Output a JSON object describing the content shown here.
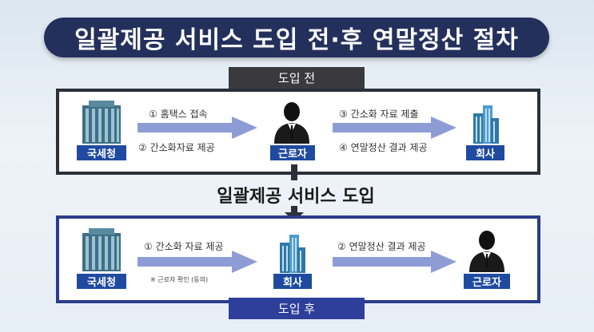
{
  "title": "일괄제공 서비스 도입 전·후 연말정산 절차",
  "before": {
    "label": "도입 전",
    "nts_label": "국세청",
    "worker_label": "근로자",
    "company_label": "회사",
    "arrow1_top": "① 홈택스 접속",
    "arrow1_bottom": "② 간소화자료 제공",
    "arrow2_top": "③ 간소화 자료 제출",
    "arrow2_bottom": "④ 연말정산 결과 제공"
  },
  "middle_label": "일괄제공 서비스 도입",
  "after": {
    "label": "도입 후",
    "nts_label": "국세청",
    "company_label": "회사",
    "worker_label": "근로자",
    "arrow1_top": "① 간소화 자료 제공",
    "arrow1_note": "※ 근로자 확인 (동의)",
    "arrow2_top": "② 연말정산 결과 제공"
  },
  "colors": {
    "title_bg": "#24305c",
    "tag_bg": "#1f4aa0",
    "arrow": "#8e9cd6",
    "before_border": "#2b2f3a",
    "after_border": "#2a3c8a"
  },
  "icons": {
    "nts": "office-tower-icon",
    "company": "company-building-icon",
    "worker": "person-suit-icon"
  }
}
